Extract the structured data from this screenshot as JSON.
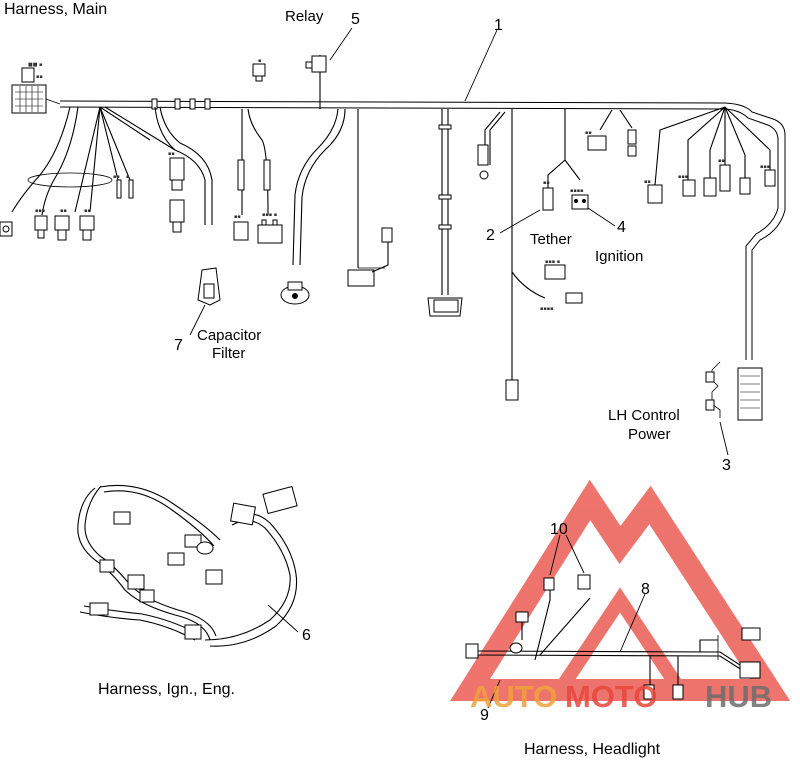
{
  "labels": {
    "harness_main": "Harness, Main",
    "relay": "Relay",
    "tether": "Tether",
    "ignition": "Ignition",
    "capacitor_filter_1": "Capacitor",
    "capacitor_filter_2": "Filter",
    "lh_control_power_1": "LH Control",
    "lh_control_power_2": "Power",
    "harness_ign_eng": "Harness, Ign., Eng.",
    "harness_headlight": "Harness, Headlight"
  },
  "callouts": {
    "c1": "1",
    "c2": "2",
    "c3": "3",
    "c4": "4",
    "c5": "5",
    "c6": "6",
    "c7": "7",
    "c8": "8",
    "c9": "9",
    "c10": "10"
  },
  "watermark": {
    "text_auto": "AUTO",
    "text_moto": "MOTO",
    "text_hub": "HUB",
    "color_red": "#e8463c",
    "color_orange": "#f2a23a",
    "color_gray": "#6e6e6e"
  }
}
